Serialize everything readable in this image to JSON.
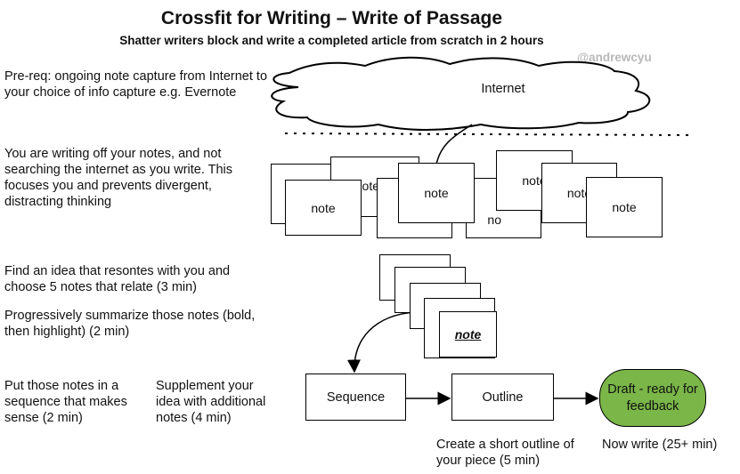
{
  "header": {
    "title": "Crossfit for Writing – Write of Passage",
    "subtitle": "Shatter writers block and write a  completed article from scratch in 2 hours",
    "handle": "@andrewcyu"
  },
  "left_text": {
    "prereq": "Pre-req: ongoing note capture from Internet to your choice of info capture e.g. Evernote",
    "writing_off_notes": "You are writing off your notes, and not searching the internet as you write. This focuses you and prevents divergent, distracting thinking",
    "find_idea": "Find an idea that resontes with you and choose 5 notes that relate (3 min)",
    "summarize": "Progressively summarize those notes (bold, then highlight) (2 min)",
    "sequence_step": "Put those notes in a sequence that makes sense (2 min)",
    "supplement_step": "Supplement your idea with additional notes (4 min)"
  },
  "cloud": {
    "label": "Internet"
  },
  "notes": {
    "partial_a": "note",
    "partial_b": "no",
    "front_1": "note",
    "front_2": "note",
    "front_3": "note",
    "front_4": "note",
    "front_5": "note",
    "front_6": "note",
    "stack_top": "note"
  },
  "flow": {
    "sequence": "Sequence",
    "outline": "Outline",
    "draft": "Draft - ready for feedback"
  },
  "captions": {
    "outline_caption": "Create a short outline of your piece (5 min)",
    "write_caption": "Now write (25+ min)"
  },
  "colors": {
    "draft_fill": "#7ab648",
    "handle": "#b9b9b9"
  }
}
